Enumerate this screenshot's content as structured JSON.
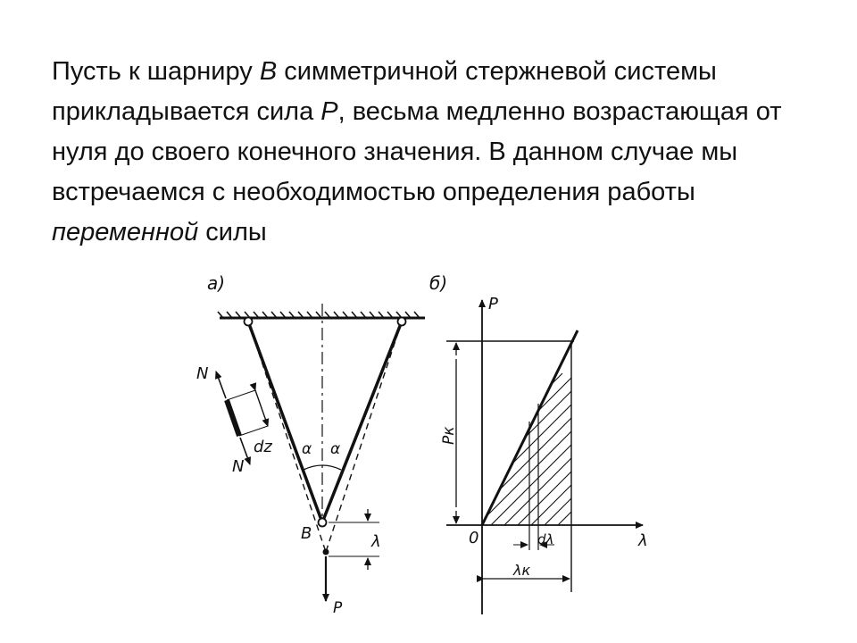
{
  "paragraph": {
    "segments": [
      {
        "text": "Пусть к шарниру ",
        "italic": false
      },
      {
        "text": "B",
        "italic": true
      },
      {
        "text": " симметричной стержневой системы прикладывается сила ",
        "italic": false
      },
      {
        "text": "P",
        "italic": true
      },
      {
        "text": ", весьма медленно возрастающая от нуля до своего конечного значения. В данном случае мы встречаемся с необходимостью определения работы ",
        "italic": false
      },
      {
        "text": "переменной",
        "italic": true
      },
      {
        "text": " силы",
        "italic": false
      }
    ]
  },
  "figure_a": {
    "panel_label": "a)",
    "force_N_top": "N",
    "force_N_bottom": "N",
    "element_length": "dz",
    "angle_left": "α",
    "angle_right": "α",
    "joint_label": "B",
    "displacement": "λ",
    "load": "P"
  },
  "figure_b": {
    "panel_label": "б)",
    "y_axis_label": "P",
    "x_axis_label": "λ",
    "origin_label": "0",
    "final_force_label": "Pк",
    "strip_width_label": "dλ",
    "final_displacement_label": "λк"
  }
}
